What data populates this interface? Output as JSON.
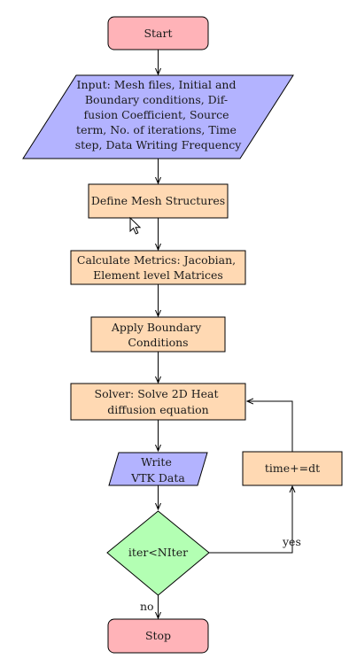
{
  "colors": {
    "terminal_fill": "#ffb3b8",
    "io_fill": "#b3b3ff",
    "process_fill": "#ffd9b3",
    "decision_fill": "#b3ffb3",
    "stroke": "#000000"
  },
  "nodes": {
    "start": {
      "lines": [
        "Start"
      ]
    },
    "input": {
      "lines": [
        "Input: Mesh files, Initial and",
        "Boundary conditions, Dif-",
        "fusion Coefficient, Source",
        "term, No.  of iterations, Time",
        "step, Data Writing Frequency"
      ]
    },
    "mesh": {
      "lines": [
        "Define Mesh Structures"
      ]
    },
    "metrics": {
      "lines": [
        "Calculate Metrics: Jacobian,",
        "Element level Matrices"
      ]
    },
    "boundary": {
      "lines": [
        "Apply Boundary",
        "Conditions"
      ]
    },
    "solver": {
      "lines": [
        "Solver: Solve 2D Heat",
        "diffusion equation"
      ]
    },
    "write": {
      "lines": [
        "Write",
        "VTK Data"
      ]
    },
    "decision": {
      "lines": [
        "iter<NIter"
      ]
    },
    "time": {
      "lines": [
        "time+=dt"
      ]
    },
    "stop": {
      "lines": [
        "Stop"
      ]
    }
  },
  "edge_labels": {
    "yes": "yes",
    "no": "no"
  },
  "cursor": {
    "icon": "mouse-pointer-icon"
  }
}
